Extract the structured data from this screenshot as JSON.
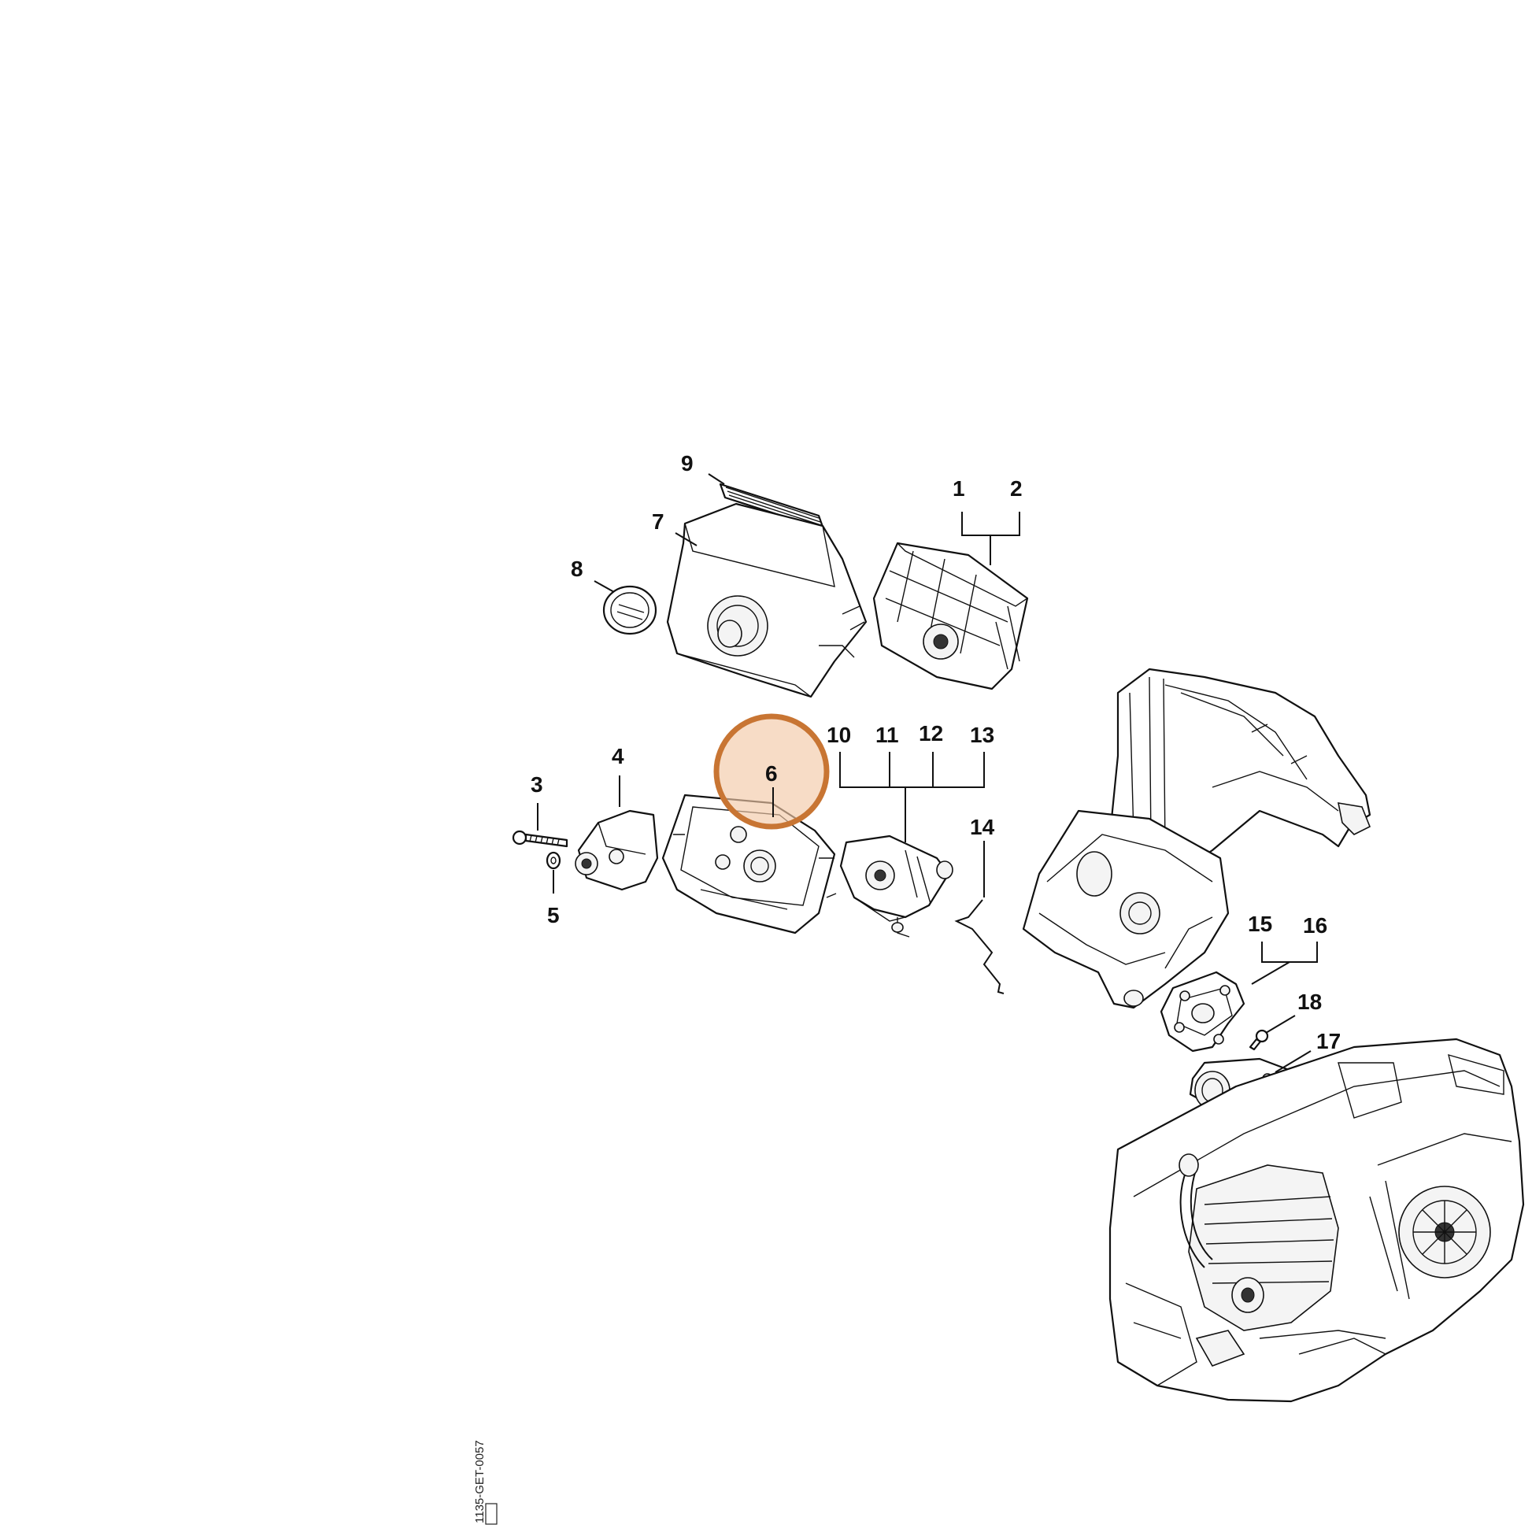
{
  "callouts": {
    "c1": "1",
    "c2": "2",
    "c3": "3",
    "c4": "4",
    "c5": "5",
    "c6": "6",
    "c7": "7",
    "c8": "8",
    "c9": "9",
    "c10": "10",
    "c11": "11",
    "c12": "12",
    "c13": "13",
    "c14": "14",
    "c15": "15",
    "c16": "16",
    "c17": "17",
    "c18": "18"
  },
  "highlight": {
    "part": "6",
    "color": "#c87533",
    "fill": "#f2c9a8"
  },
  "drawing_code": "1135-GET-0057"
}
